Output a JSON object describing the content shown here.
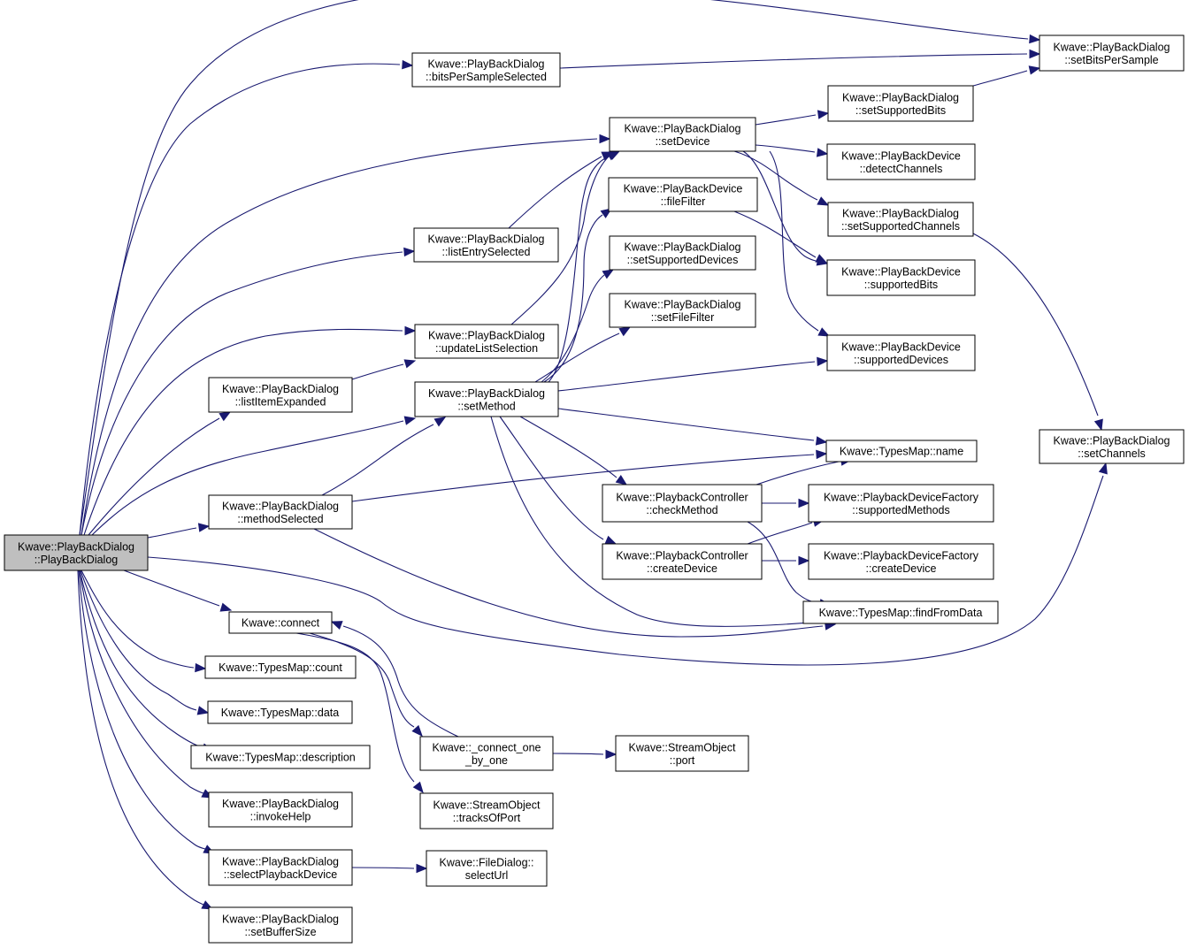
{
  "diagram": {
    "type": "call-graph",
    "colors": {
      "edge": "#191970",
      "node_border": "#000000",
      "node_fill": "#ffffff",
      "root_fill": "#bfbfbf"
    },
    "nodes": [
      {
        "id": "root",
        "lines": [
          "Kwave::PlayBackDialog",
          "::PlayBackDialog"
        ],
        "root": true
      },
      {
        "id": "bitsSel",
        "lines": [
          "Kwave::PlayBackDialog",
          "::bitsPerSampleSelected"
        ]
      },
      {
        "id": "setBPS",
        "lines": [
          "Kwave::PlayBackDialog",
          "::setBitsPerSample"
        ]
      },
      {
        "id": "setSupBits",
        "lines": [
          "Kwave::PlayBackDialog",
          "::setSupportedBits"
        ]
      },
      {
        "id": "setDevice",
        "lines": [
          "Kwave::PlayBackDialog",
          "::setDevice"
        ]
      },
      {
        "id": "detectCh",
        "lines": [
          "Kwave::PlayBackDevice",
          "::detectChannels"
        ]
      },
      {
        "id": "fileFilter",
        "lines": [
          "Kwave::PlayBackDevice",
          "::fileFilter"
        ]
      },
      {
        "id": "setSupCh",
        "lines": [
          "Kwave::PlayBackDialog",
          "::setSupportedChannels"
        ]
      },
      {
        "id": "listEntry",
        "lines": [
          "Kwave::PlayBackDialog",
          "::listEntrySelected"
        ]
      },
      {
        "id": "setSupDev",
        "lines": [
          "Kwave::PlayBackDialog",
          "::setSupportedDevices"
        ]
      },
      {
        "id": "supBits",
        "lines": [
          "Kwave::PlayBackDevice",
          "::supportedBits"
        ]
      },
      {
        "id": "setFileFilter",
        "lines": [
          "Kwave::PlayBackDialog",
          "::setFileFilter"
        ]
      },
      {
        "id": "updList",
        "lines": [
          "Kwave::PlayBackDialog",
          "::updateListSelection"
        ]
      },
      {
        "id": "supDev",
        "lines": [
          "Kwave::PlayBackDevice",
          "::supportedDevices"
        ]
      },
      {
        "id": "listItem",
        "lines": [
          "Kwave::PlayBackDialog",
          "::listItemExpanded"
        ]
      },
      {
        "id": "setMethod",
        "lines": [
          "Kwave::PlayBackDialog",
          "::setMethod"
        ]
      },
      {
        "id": "setChannels",
        "lines": [
          "Kwave::PlayBackDialog",
          "::setChannels"
        ]
      },
      {
        "id": "tmName",
        "lines": [
          "Kwave::TypesMap::name"
        ]
      },
      {
        "id": "methodSel",
        "lines": [
          "Kwave::PlayBackDialog",
          "::methodSelected"
        ]
      },
      {
        "id": "checkMethod",
        "lines": [
          "Kwave::PlaybackController",
          "::checkMethod"
        ]
      },
      {
        "id": "supMethods",
        "lines": [
          "Kwave::PlaybackDeviceFactory",
          "::supportedMethods"
        ]
      },
      {
        "id": "createDev",
        "lines": [
          "Kwave::PlaybackController",
          "::createDevice"
        ]
      },
      {
        "id": "factCreate",
        "lines": [
          "Kwave::PlaybackDeviceFactory",
          "::createDevice"
        ]
      },
      {
        "id": "connect",
        "lines": [
          "Kwave::connect"
        ]
      },
      {
        "id": "findFromData",
        "lines": [
          "Kwave::TypesMap::findFromData"
        ]
      },
      {
        "id": "tmCount",
        "lines": [
          "Kwave::TypesMap::count"
        ]
      },
      {
        "id": "tmData",
        "lines": [
          "Kwave::TypesMap::data"
        ]
      },
      {
        "id": "connectOne",
        "lines": [
          "Kwave::_connect_one",
          "_by_one"
        ]
      },
      {
        "id": "soPort",
        "lines": [
          "Kwave::StreamObject",
          "::port"
        ]
      },
      {
        "id": "tmDesc",
        "lines": [
          "Kwave::TypesMap::description"
        ]
      },
      {
        "id": "invokeHelp",
        "lines": [
          "Kwave::PlayBackDialog",
          "::invokeHelp"
        ]
      },
      {
        "id": "tracksOfPort",
        "lines": [
          "Kwave::StreamObject",
          "::tracksOfPort"
        ]
      },
      {
        "id": "selPlayDev",
        "lines": [
          "Kwave::PlayBackDialog",
          "::selectPlaybackDevice"
        ]
      },
      {
        "id": "selectUrl",
        "lines": [
          "Kwave::FileDialog::",
          "selectUrl"
        ]
      },
      {
        "id": "setBufSize",
        "lines": [
          "Kwave::PlayBackDialog",
          "::setBufferSize"
        ]
      }
    ]
  }
}
